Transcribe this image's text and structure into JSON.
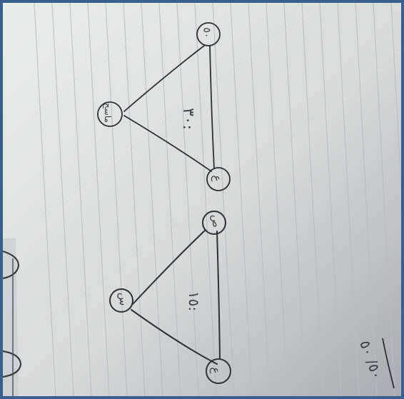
{
  "photo": {
    "paper_color": "#e4e4e2",
    "shadow_color": "#9a9ca0",
    "rule_line_color": "#b9bcc4",
    "ink_color": "#2f3035",
    "frame_color": "#3a5f8f"
  },
  "top_triangle": {
    "node_labels": [
      "ماسح",
      "٥٠",
      "ع"
    ],
    "edge_label": "٣٠:"
  },
  "bottom_triangle": {
    "node_labels": [
      "س",
      "ص",
      "ع"
    ],
    "edge_label": "١٥:"
  },
  "corner_note": "٥٠/ ٥٠"
}
